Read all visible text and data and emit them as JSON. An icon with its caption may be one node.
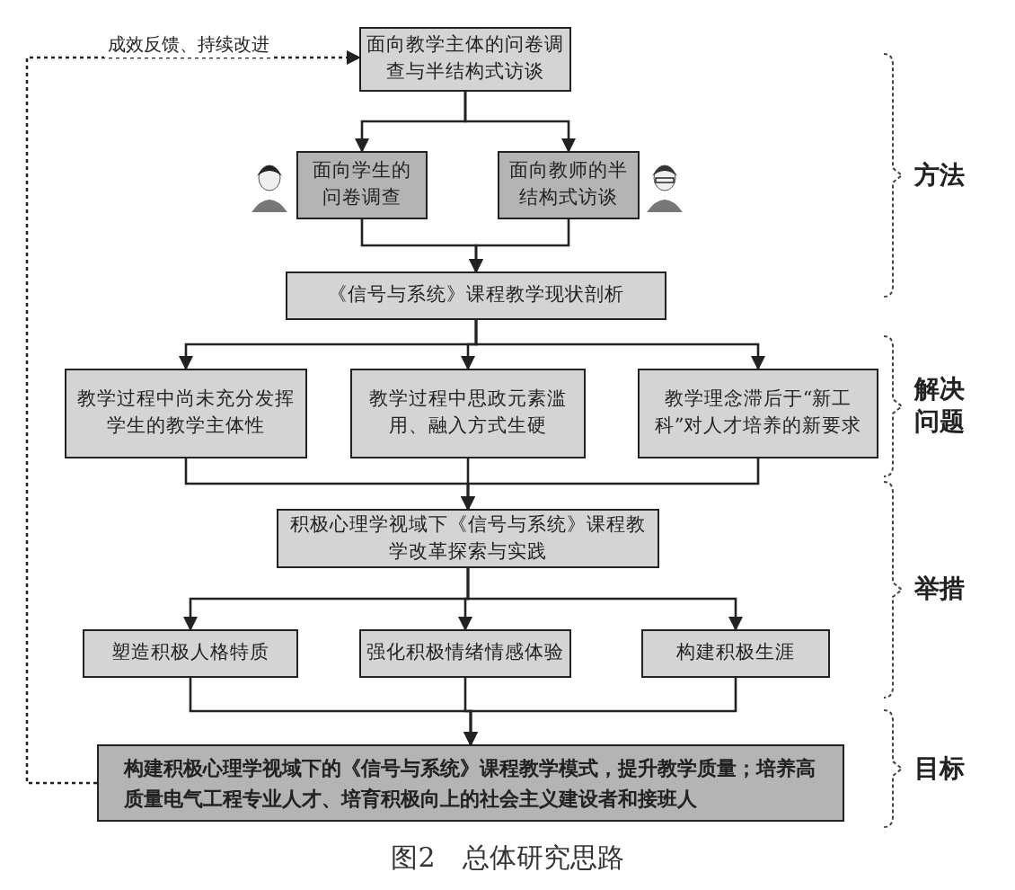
{
  "diagram": {
    "caption": "图2　总体研究思路",
    "nodes": [
      {
        "text": [
          "面向教学主体的问卷调查与半结构式访谈"
        ]
      },
      {
        "text": [
          "面向学生的问卷调查"
        ]
      },
      {
        "text": [
          "面向教师的半结构式访谈"
        ]
      },
      {
        "text": [
          "《信号与系统》课程教学现状剖析"
        ]
      },
      {
        "text": [
          "教学过程中尚未充分发挥学生的教学主体性"
        ]
      },
      {
        "text": [
          "教学过程中思政元素滥用、融入方式生硬"
        ]
      },
      {
        "text": [
          "教学理念滞后于“新工科”对人才培养的新要求"
        ]
      },
      {
        "text": [
          "积极心理学视域下《信号与系统》课程教学改革探索与实践"
        ]
      },
      {
        "text": [
          "塑造积极人格特质"
        ]
      },
      {
        "text": [
          "强化积极情绪情感体验"
        ]
      },
      {
        "text": [
          "构建积极生涯"
        ]
      },
      {
        "text": [
          "构建积极心理学视域下的《信号与系统》课程教学模式，提升教学质量；培养高质量电气工程专业人才、培育积极向上的社会主义建设者和接班人"
        ]
      }
    ],
    "edges": [
      {
        "from": 0,
        "to": 1,
        "arrow": "to"
      },
      {
        "from": 0,
        "to": 2,
        "arrow": "to"
      },
      {
        "from": 1,
        "to": 3,
        "arrow": "to"
      },
      {
        "from": 2,
        "to": 3,
        "arrow": "to"
      },
      {
        "from": 3,
        "to": 4,
        "arrow": "to"
      },
      {
        "from": 3,
        "to": 5,
        "arrow": "to"
      },
      {
        "from": 3,
        "to": 6,
        "arrow": "to"
      },
      {
        "from": 4,
        "to": 7,
        "arrow": "to"
      },
      {
        "from": 5,
        "to": 7,
        "arrow": "to"
      },
      {
        "from": 6,
        "to": 7,
        "arrow": "to"
      },
      {
        "from": 7,
        "to": 8,
        "arrow": "to"
      },
      {
        "from": 7,
        "to": 9,
        "arrow": "to"
      },
      {
        "from": 7,
        "to": 10,
        "arrow": "to"
      },
      {
        "from": 8,
        "to": 11,
        "arrow": "to"
      },
      {
        "from": 9,
        "to": 11,
        "arrow": "to"
      },
      {
        "from": 10,
        "to": 11,
        "arrow": "to"
      },
      {
        "from": 11,
        "to": 0,
        "arrow": "to",
        "label": "成效反馈、持续改进",
        "style": "dashed"
      }
    ],
    "labels": [
      "方法",
      "解决问题",
      "举措",
      "目标"
    ]
  }
}
